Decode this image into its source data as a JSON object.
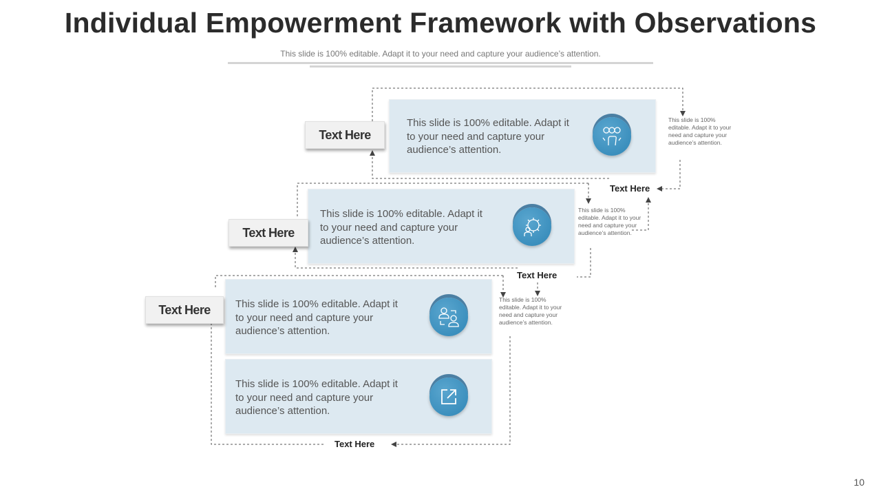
{
  "header": {
    "title": "Individual Empowerment Framework with Observations",
    "subtitle": "This slide is 100% editable. Adapt it to your need and capture your audience’s attention."
  },
  "steps": [
    {
      "tag": "Text Here",
      "text": "This slide is 100% editable. Adapt it to your need and capture your audience’s attention.",
      "icon": "empowerment-people-fist-icon",
      "note": "This slide is 100% editable. Adapt it to your need and capture your audience’s attention.",
      "connector_label": "Text Here"
    },
    {
      "tag": "Text Here",
      "text": "This slide is 100% editable. Adapt it to your need and capture your audience’s attention.",
      "icon": "gear-person-icon",
      "note": "This slide is 100% editable. Adapt it to your need and capture your audience’s attention.",
      "connector_label": "Text Here"
    },
    {
      "tag": "Text Here",
      "text": "This slide is 100% editable. Adapt it to your need and capture your audience’s attention.",
      "icon": "people-exchange-icon",
      "note": "This slide is 100% editable. Adapt it to your need and capture your audience’s attention."
    },
    {
      "text": "This slide is 100% editable. Adapt it to your need and capture your audience’s attention.",
      "icon": "external-link-icon",
      "connector_label": "Text Here"
    }
  ],
  "colors": {
    "panel": "#dde9f1",
    "icon": "#2f86b6",
    "connector": "#555555"
  },
  "page_number": "10"
}
